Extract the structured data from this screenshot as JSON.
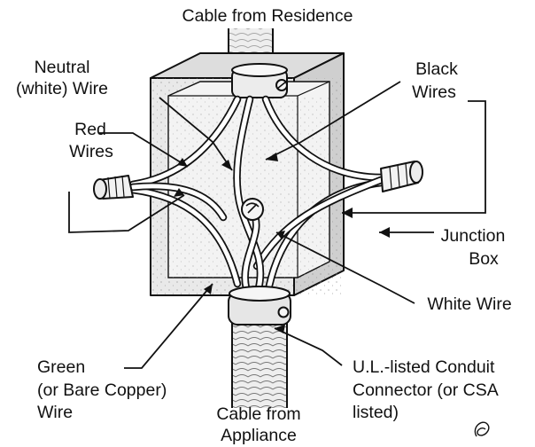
{
  "labels": {
    "cable_residence": "Cable from Residence",
    "neutral_1": "Neutral",
    "neutral_2": "(white) Wire",
    "black_1": "Black",
    "black_2": "Wires",
    "red_1": "Red",
    "red_2": "Wires",
    "junction_1": "Junction",
    "junction_2": "Box",
    "white_wire": "White Wire",
    "green_1": "Green",
    "green_2": "(or Bare Copper)",
    "green_3": "Wire",
    "conduit_1": "U.L.-listed Conduit",
    "conduit_2": "Connector (or CSA",
    "conduit_3": "listed)",
    "cable_appliance_1": "Cable from",
    "cable_appliance_2": "Appliance"
  },
  "colors": {
    "ink": "#111111",
    "box_face": "#e9e9e9",
    "box_side": "#d6d6d6",
    "box_inner": "#f1f1f1",
    "background": "#ffffff"
  },
  "icons": [
    "wire-nut-icon",
    "green-screw-icon",
    "conduit-icon",
    "publisher-mark-icon"
  ]
}
